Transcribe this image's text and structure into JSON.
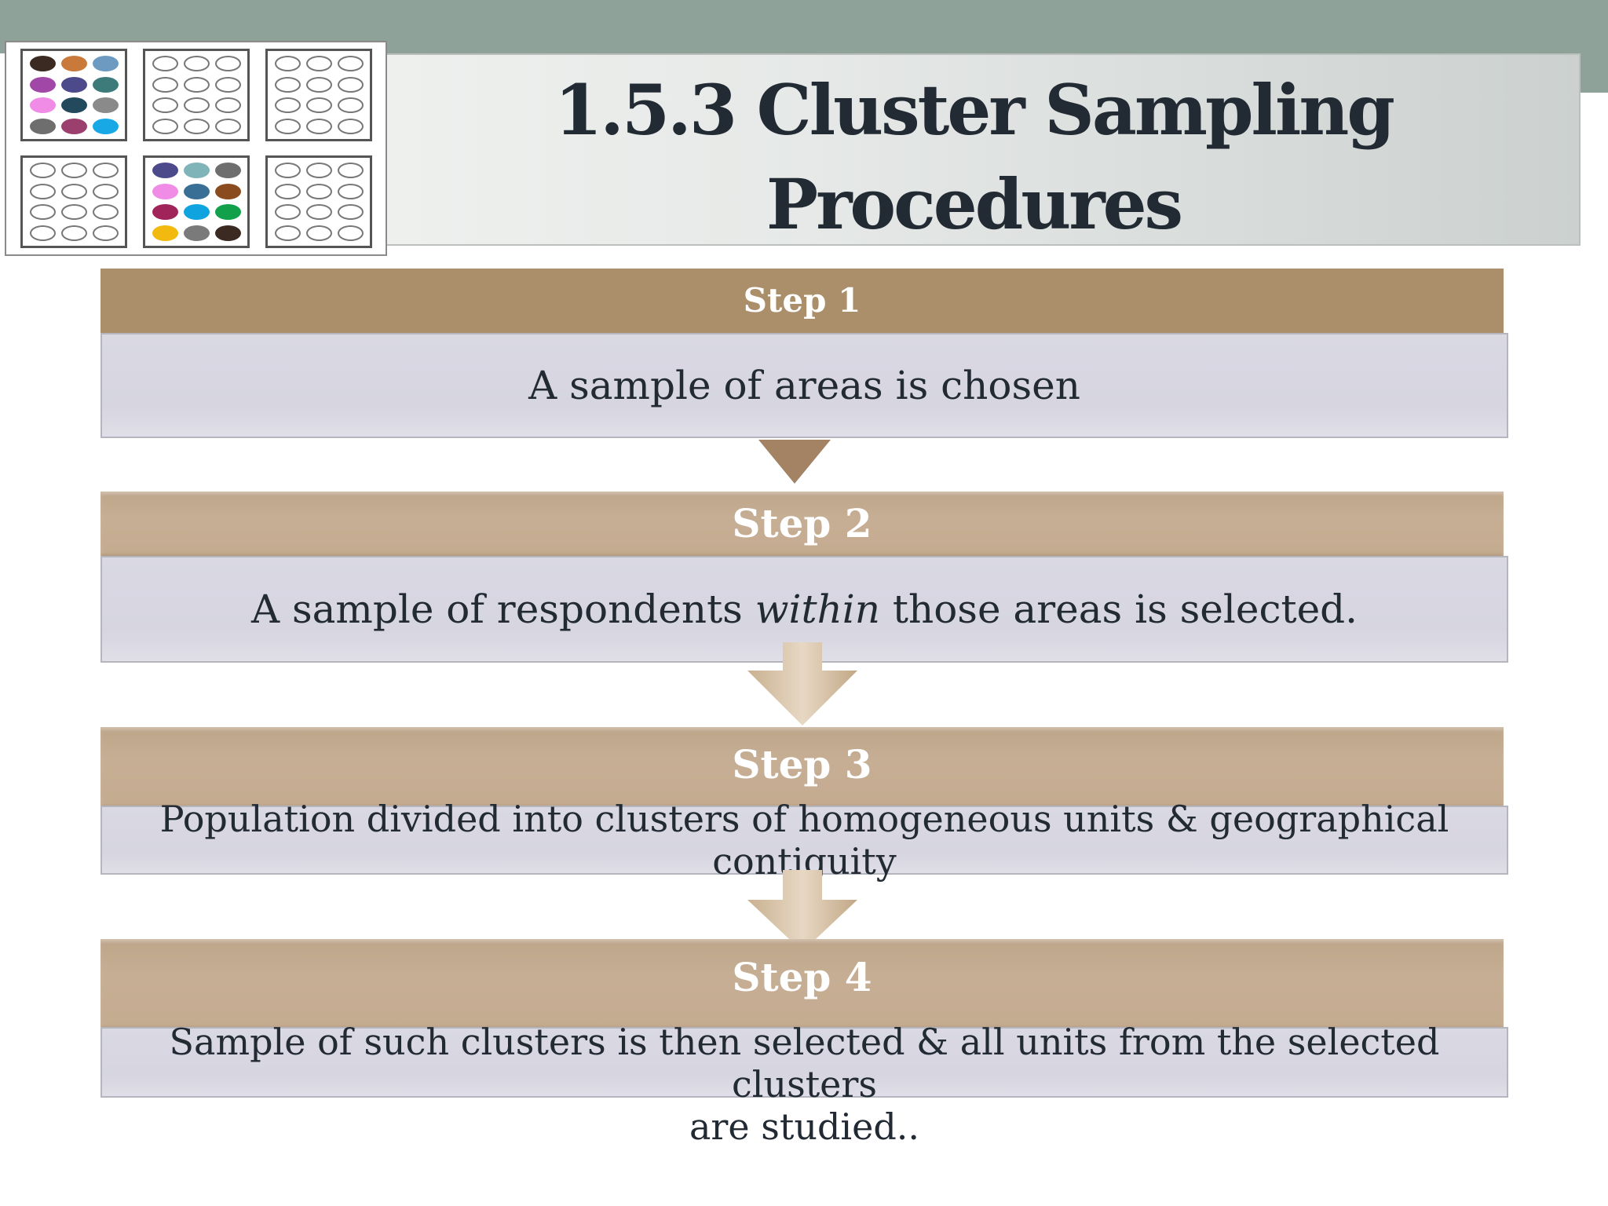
{
  "title": {
    "line1": "1.5.3 Cluster Sampling",
    "line2": "Procedures"
  },
  "colors": {
    "topbar": "#8fa29a",
    "step_header": "#ab8e6a",
    "step_header_soft": "#c6ae94",
    "step_body": "#d8d7e2",
    "text": "#222a34"
  },
  "logo": {
    "grids": [
      [
        "#3b2a22",
        "#c97a3b",
        "#6c9ac0",
        "#a047a8",
        "#4d4a8c",
        "#3c7b79",
        "#f08be6",
        "#224a5c",
        "#8a8a8a",
        "#6e6e6e",
        "#9a3f6e",
        "#19a8e6"
      ],
      [
        "o",
        "o",
        "o",
        "o",
        "o",
        "o",
        "o",
        "o",
        "o",
        "o",
        "o",
        "o"
      ],
      [
        "o",
        "o",
        "o",
        "o",
        "o",
        "o",
        "o",
        "o",
        "o",
        "o",
        "o",
        "o"
      ],
      [
        "o",
        "o",
        "o",
        "o",
        "o",
        "o",
        "o",
        "o",
        "o",
        "o",
        "o",
        "o"
      ],
      [
        "#4d4a8c",
        "#7fb4b8",
        "#6e6e6e",
        "#f08be6",
        "#3a6f95",
        "#8a4b1f",
        "#a0245a",
        "#0fa4e0",
        "#12a04b",
        "#f2b90f",
        "#7a7a7a",
        "#3b2a22"
      ],
      [
        "o",
        "o",
        "o",
        "o",
        "o",
        "o",
        "o",
        "o",
        "o",
        "o",
        "o",
        "o"
      ]
    ]
  },
  "steps": [
    {
      "label": "Step 1",
      "text": "A sample of areas is chosen"
    },
    {
      "label": "Step 2",
      "text_before": "A sample of respondents ",
      "text_em": "within",
      "text_after": " those areas is selected."
    },
    {
      "label": "Step 3",
      "line1": "Population divided into clusters of homogeneous units & geographical",
      "line2": "contiguity"
    },
    {
      "label": "Step 4",
      "line1": "Sample of such clusters is then selected & all units from the selected clusters",
      "line2": "are studied.."
    }
  ]
}
